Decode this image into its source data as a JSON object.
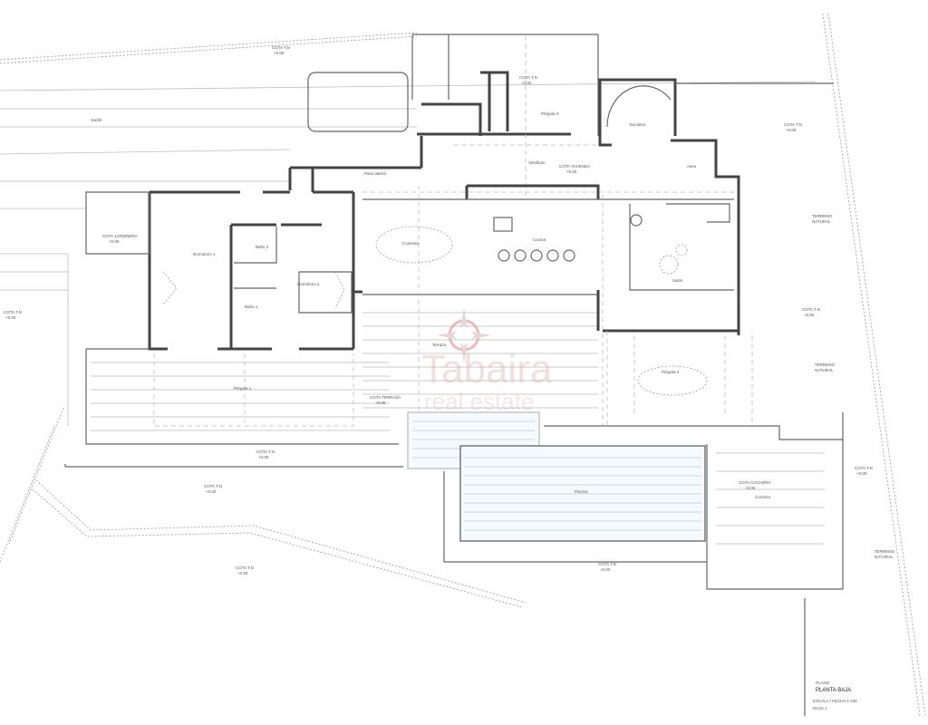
{
  "title_block": {
    "plano_label": "PLANO",
    "plan_name": "PLANTA BAJA",
    "line1": "ESCALA / FECHA  1:100",
    "line2": "HOJA 1"
  },
  "watermark": {
    "brand": "Tabaira",
    "sub": "real estate"
  },
  "rooms": {
    "dormitorio1": "Dormitorio 1",
    "dormitorio2": "Dormitorio 2",
    "bano1": "Baño 1",
    "bano2": "Baño 2",
    "comedor": "Comedor",
    "cocina": "Cocina",
    "salon": "Salón",
    "terraza": "Terraza",
    "pergola1": "Pérgola 1",
    "pergola2": "Pérgola 2",
    "pergola3": "Pérgola 3",
    "piscina": "Piscina",
    "escalera": "Escalera",
    "aseo": "Aseo",
    "vestibulo": "Vestíbulo",
    "paso": "Paso lateral",
    "cochera": "Cochera",
    "jardin": "Jardín"
  },
  "levels": {
    "cota_tn": "COTA T.N",
    "cota_tn_val": "+0.00",
    "cota_terraza": "COTA TERRAZA",
    "cota_terraza_val": "+0.00",
    "cota_vivienda": "COTA VIVIENDA",
    "cota_vivienda_val": "+0.00",
    "cota_jardinera": "COTA JARDINERA",
    "cota_jardinera_val": "+0.00",
    "cota_cochera": "COTA COCHERA",
    "cota_cochera_val": "+0.00",
    "terreno_natural_1": "TERRENO",
    "terreno_natural_2": "NATURAL"
  }
}
